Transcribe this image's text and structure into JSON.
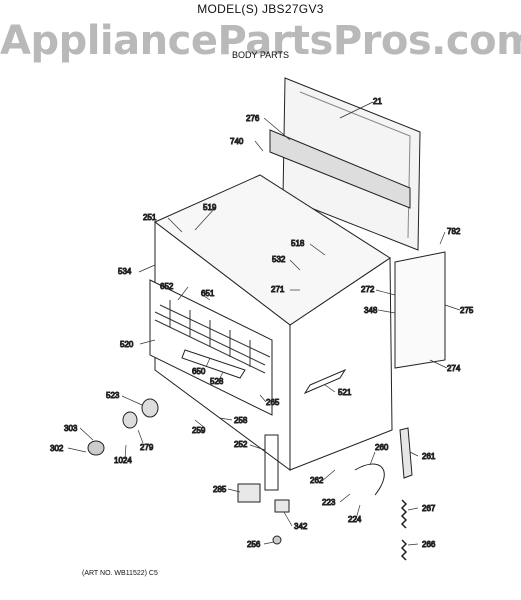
{
  "header": {
    "model": "MODEL(S) JBS27GV3",
    "subtitle": "BODY PARTS"
  },
  "watermark": "AppliancePartsPros.com",
  "footer": {
    "art_no": "(ART NO. WB11522) C5"
  },
  "callouts": [
    "21",
    "276",
    "740",
    "519",
    "782",
    "251",
    "518",
    "532",
    "534",
    "271",
    "272",
    "652",
    "651",
    "275",
    "348",
    "520",
    "650",
    "528",
    "274",
    "521",
    "523",
    "265",
    "258",
    "303",
    "279",
    "259",
    "302",
    "1024",
    "252",
    "260",
    "261",
    "262",
    "285",
    "223",
    "267",
    "224",
    "342",
    "256",
    "266"
  ]
}
